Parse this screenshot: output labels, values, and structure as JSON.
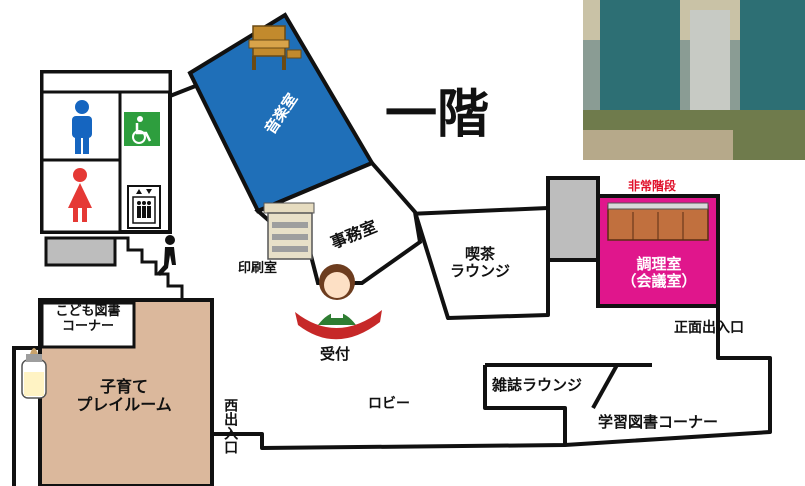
{
  "floor_title": "一階",
  "rooms": {
    "music_room": "音楽室",
    "office": "事務室",
    "print_room": "印刷室",
    "reception": "受付",
    "cafe_lounge": [
      "喫茶",
      "ラウンジ"
    ],
    "emergency_stairs": "非常階段",
    "cooking_room": [
      "調理室",
      "（会議室）"
    ],
    "front_entrance": "正面出入口",
    "magazine_lounge": "雑誌ラウンジ",
    "study_library": "学習図書コーナー",
    "lobby": "ロビー",
    "west_entrance": "西出入口",
    "kids_library": [
      "こども図書",
      "コーナー"
    ],
    "childcare_playroom": [
      "子育て",
      "プレイルーム"
    ]
  },
  "colors": {
    "music_room": "#1f6fb8",
    "cooking_room": "#e0168c",
    "playroom": "#dbb89c",
    "toilet_male": "#1565c0",
    "toilet_female": "#e53935",
    "accessible": "#2e9e3e",
    "stairs_gray": "#bdbdbd"
  },
  "icons": [
    "piano-icon",
    "male-toilet-icon",
    "accessible-toilet-icon",
    "female-toilet-icon",
    "elevator-icon",
    "stairs-person-icon",
    "copier-icon",
    "receptionist-icon",
    "kitchen-icon",
    "baby-bottle-icon",
    "outdoor-photo"
  ]
}
